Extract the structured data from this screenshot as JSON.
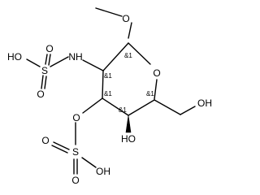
{
  "molecule": {
    "atoms": {
      "ring_o": "O",
      "methoxy_o": "O",
      "nh": "NH",
      "s1": "S",
      "s1_oh": "HO",
      "s1_o_up": "O",
      "s1_o_down": "O",
      "o3": "O",
      "s2": "S",
      "s2_oh": "OH",
      "s2_o_left": "O",
      "s2_o_down": "O",
      "c4_oh": "HO",
      "c6_oh": "OH"
    },
    "stereo_labels": {
      "c1": "&1",
      "c2": "&1",
      "c3": "&1",
      "c4": "&1",
      "c5": "&1"
    }
  }
}
